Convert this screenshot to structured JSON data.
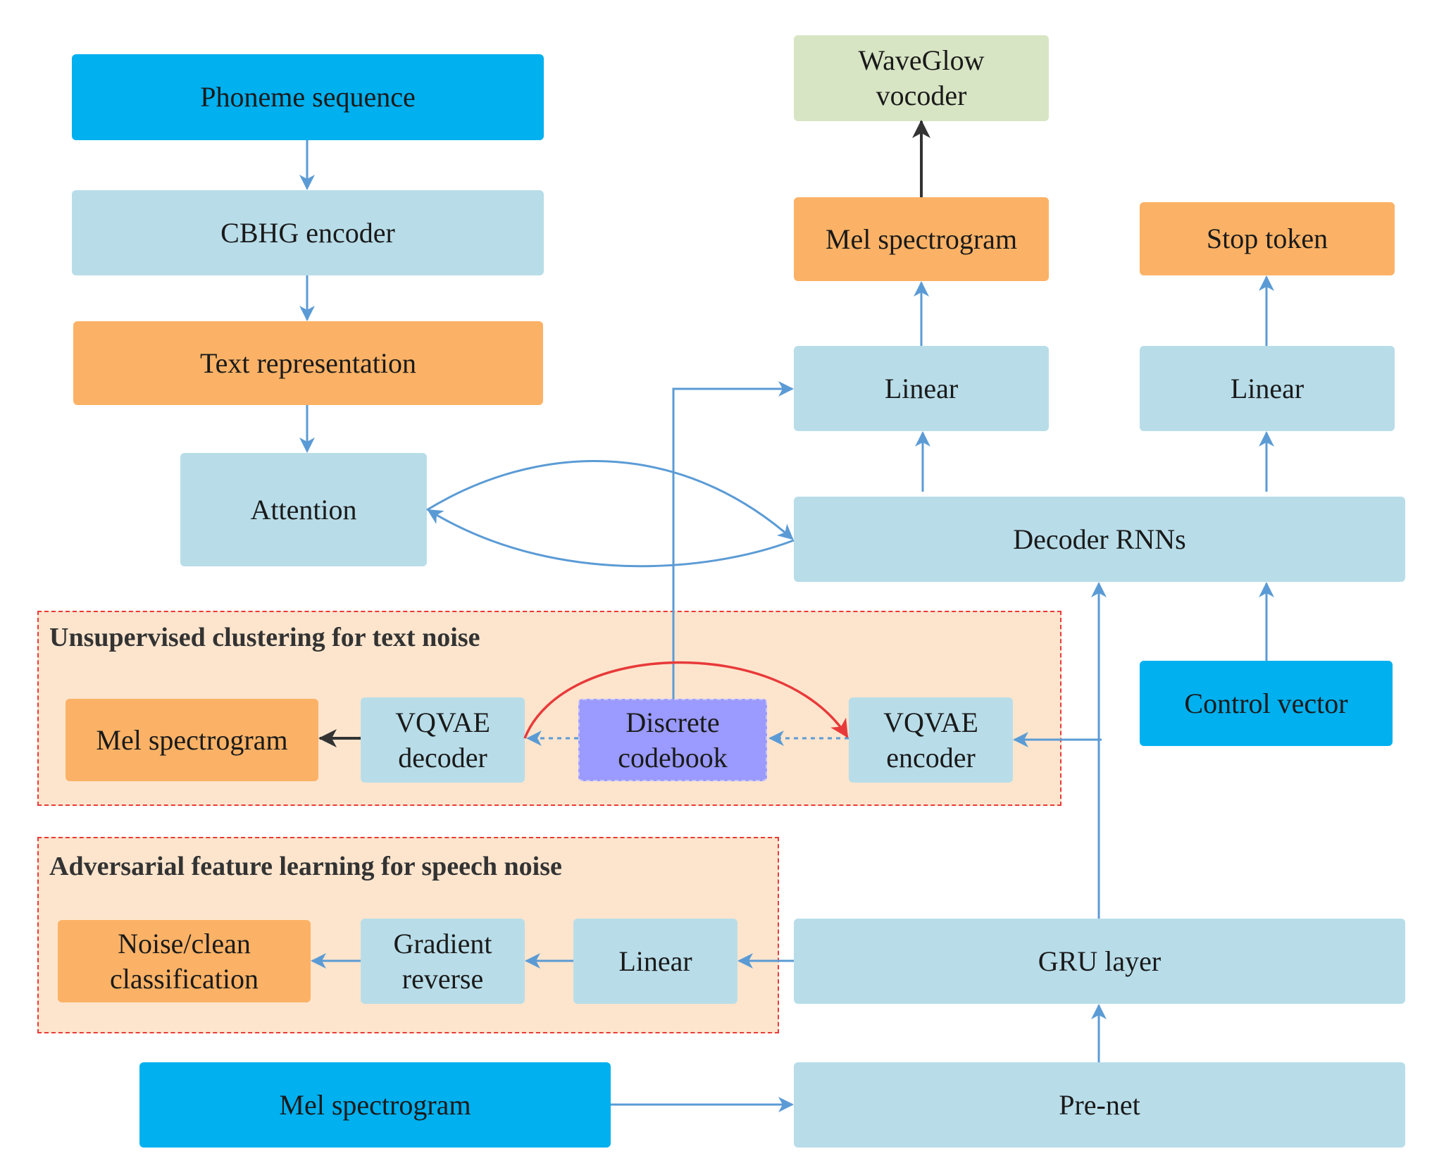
{
  "nodes": {
    "phoneme_sequence": "Phoneme sequence",
    "cbhg_encoder": "CBHG encoder",
    "text_representation": "Text representation",
    "attention": "Attention",
    "waveglow_vocoder": "WaveGlow\nvocoder",
    "mel_spectrogram_out": "Mel spectrogram",
    "stop_token": "Stop token",
    "linear_mel": "Linear",
    "linear_stop": "Linear",
    "decoder_rnns": "Decoder RNNs",
    "control_vector": "Control vector",
    "mel_spectrogram_vq": "Mel spectrogram",
    "vqvae_decoder": "VQVAE\ndecoder",
    "discrete_codebook": "Discrete\ncodebook",
    "vqvae_encoder": "VQVAE\nencoder",
    "noise_clean_classification": "Noise/clean\nclassification",
    "gradient_reverse": "Gradient\nreverse",
    "linear_adv": "Linear",
    "gru_layer": "GRU layer",
    "mel_spectrogram_in": "Mel spectrogram",
    "pre_net": "Pre-net"
  },
  "regions": {
    "unsupervised_title": "Unsupervised clustering for text noise",
    "adversarial_title": "Adversarial feature learning for speech noise"
  },
  "colors": {
    "input_blue": "#00b0ef",
    "module_light_blue": "#b8dde9",
    "feature_orange": "#fbb266",
    "vocoder_green": "#d8e5c4",
    "codebook_purple": "#9a9aff",
    "region_fill": "#fde5cd",
    "region_border": "#e83a3a",
    "arrow_blue": "#5b9bd5",
    "arrow_red": "#e83a3a",
    "arrow_dark": "#333333"
  }
}
